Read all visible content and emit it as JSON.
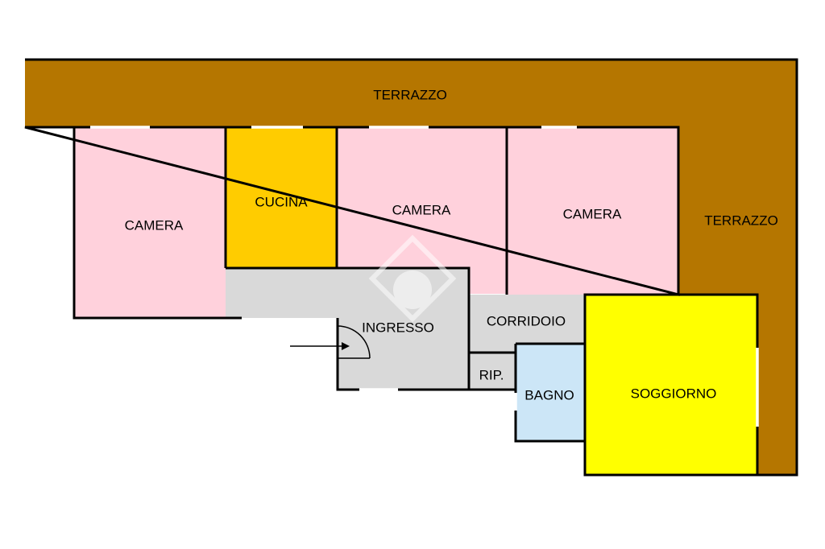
{
  "colors": {
    "terrace": "#b57600",
    "bedroom": "#ffd1dc",
    "kitchen": "#ffcc00",
    "circulation": "#d9d9d9",
    "bathroom": "#cce6f7",
    "living": "#ffff00",
    "wall": "#000000",
    "watermark": "#ffffff"
  },
  "rooms": {
    "terrazzo_top": "TERRAZZO",
    "terrazzo_right": "TERRAZZO",
    "camera_left": "CAMERA",
    "cucina": "CUCINA",
    "camera_center": "CAMERA",
    "camera_right": "CAMERA",
    "ingresso": "INGRESSO",
    "corridoio": "CORRIDOIO",
    "ripostiglio": "RIP.",
    "bagno": "BAGNO",
    "soggiorno": "SOGGIORNO"
  },
  "icons": {
    "entrance": "entrance-arrow-icon",
    "door": "door-swing-icon",
    "watermark": "house-watermark-icon"
  }
}
